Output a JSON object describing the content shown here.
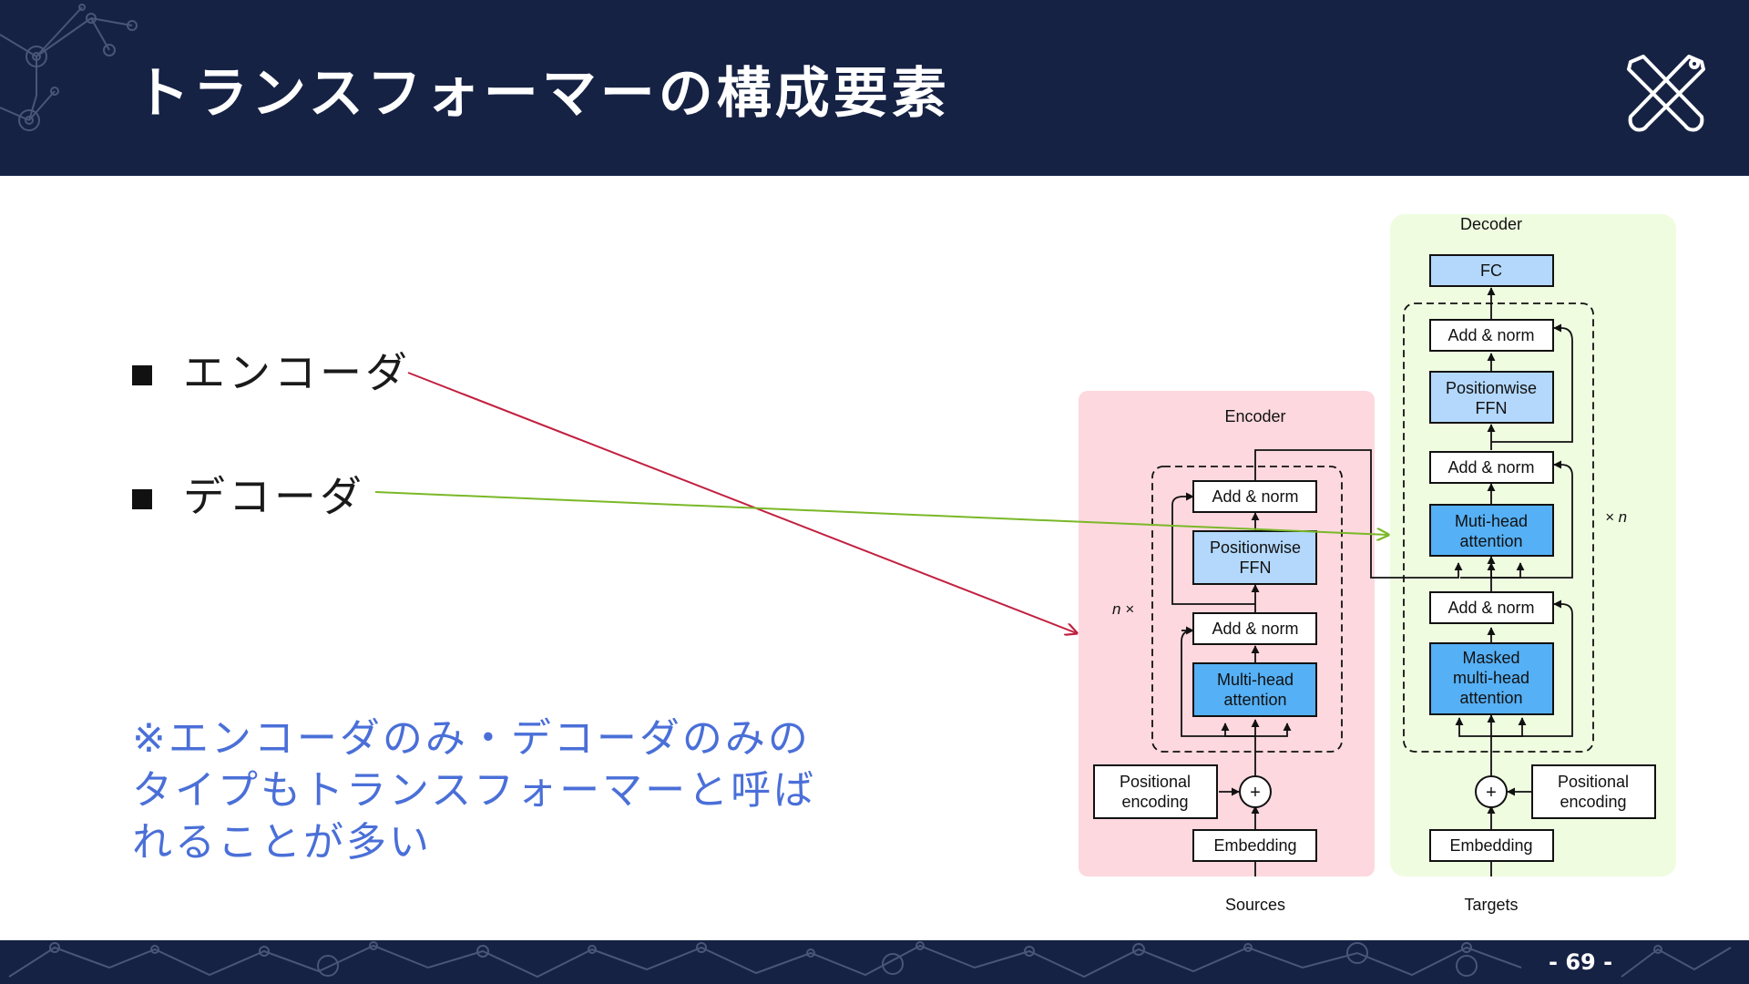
{
  "slide": {
    "title": "トランスフォーマーの構成要素",
    "page_number": "- 69 -"
  },
  "bullets": [
    {
      "text": "エンコーダ"
    },
    {
      "text": "デコーダ"
    }
  ],
  "note": {
    "text": "※エンコーダのみ・デコーダのみのタイプもトランスフォーマーと呼ばれることが多い"
  },
  "diagram": {
    "encoder": {
      "title": "Encoder",
      "add_norm_top": "Add & norm",
      "ffn_line1": "Positionwise",
      "ffn_line2": "FFN",
      "add_norm_bottom": "Add & norm",
      "attention_line1": "Multi-head",
      "attention_line2": "attention",
      "pos_line1": "Positional",
      "pos_line2": "encoding",
      "plus": "+",
      "embedding": "Embedding",
      "repeat": "n ×",
      "input": "Sources"
    },
    "decoder": {
      "title": "Decoder",
      "fc": "FC",
      "add_norm_top": "Add & norm",
      "ffn_line1": "Positionwise",
      "ffn_line2": "FFN",
      "add_norm_mid": "Add & norm",
      "cross_line1": "Muti-head",
      "cross_line2": "attention",
      "add_norm_bottom": "Add & norm",
      "masked_line1": "Masked",
      "masked_line2": "multi-head",
      "masked_line3": "attention",
      "pos_line1": "Positional",
      "pos_line2": "encoding",
      "plus": "+",
      "embedding": "Embedding",
      "repeat": "× n",
      "input": "Targets"
    }
  },
  "colors": {
    "header_bg": "#162244",
    "encoder_panel": "#fdd8de",
    "decoder_panel": "#effce0",
    "attention_box": "#55b0f5",
    "ffn_box": "#b3d8fb",
    "encoder_arrow": "#c22040",
    "decoder_arrow": "#7ab828",
    "note_text": "#4a6fd8"
  }
}
